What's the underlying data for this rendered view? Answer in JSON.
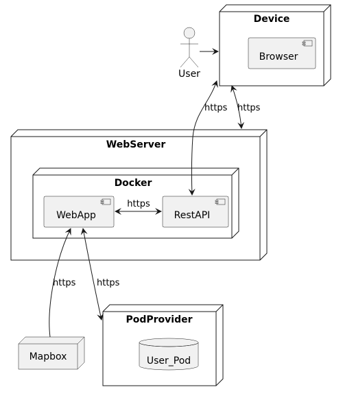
{
  "nodes": {
    "device": {
      "title": "Device"
    },
    "webserver": {
      "title": "WebServer"
    },
    "docker": {
      "title": "Docker"
    },
    "podprovider": {
      "title": "PodProvider"
    },
    "mapbox": {
      "title": "Mapbox"
    }
  },
  "components": {
    "browser": {
      "label": "Browser"
    },
    "webapp": {
      "label": "WebApp"
    },
    "restapi": {
      "label": "RestAPI"
    }
  },
  "databases": {
    "user_pod": {
      "label": "User_Pod"
    }
  },
  "actors": {
    "user": {
      "label": "User"
    }
  },
  "edges": {
    "device_to_restapi": {
      "label": "https"
    },
    "device_to_webserver": {
      "label": "https"
    },
    "webapp_to_restapi": {
      "label": "https"
    },
    "mapbox_to_webapp": {
      "label": "https"
    },
    "webapp_to_podprovider": {
      "label": "https"
    }
  },
  "colors": {
    "stroke": "#181818",
    "component_fill": "#F1F1F1",
    "node_fill": "#FFFFFF"
  }
}
